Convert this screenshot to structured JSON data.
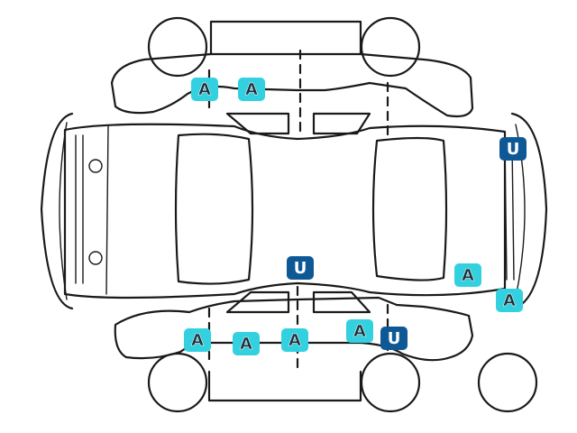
{
  "colors": {
    "A": "#33d1e0",
    "U": "#0f5896",
    "line": "#1a1a1a",
    "background": "#ffffff"
  },
  "markers": [
    {
      "id": "m1",
      "code": "A"
    },
    {
      "id": "m2",
      "code": "A"
    },
    {
      "id": "m3",
      "code": "U"
    },
    {
      "id": "m4",
      "code": "U"
    },
    {
      "id": "m5",
      "code": "A"
    },
    {
      "id": "m6",
      "code": "A"
    },
    {
      "id": "m7",
      "code": "A"
    },
    {
      "id": "m8",
      "code": "A"
    },
    {
      "id": "m9",
      "code": "A"
    },
    {
      "id": "m10",
      "code": "A"
    },
    {
      "id": "m11",
      "code": "U"
    }
  ]
}
